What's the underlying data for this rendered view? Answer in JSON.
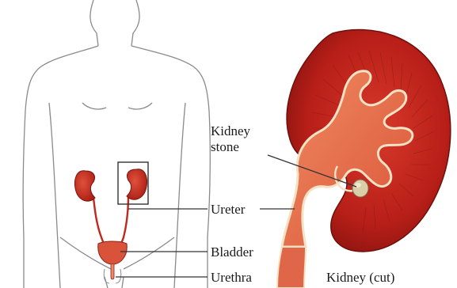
{
  "labels": {
    "kidney_stone_line1": "Kidney",
    "kidney_stone_line2": "stone",
    "ureter": "Ureter",
    "bladder": "Bladder",
    "urethra": "Urethra",
    "kidney_cut": "Kidney (cut)"
  },
  "colors": {
    "organ_red": "#c0271d",
    "cortex_red": "#b81f18",
    "medulla_orange": "#e8744e",
    "bladder_orange": "#d8533a",
    "stone_beige": "#d9cfa8",
    "body_outline": "#8a8a8a",
    "label_line": "#333333"
  }
}
